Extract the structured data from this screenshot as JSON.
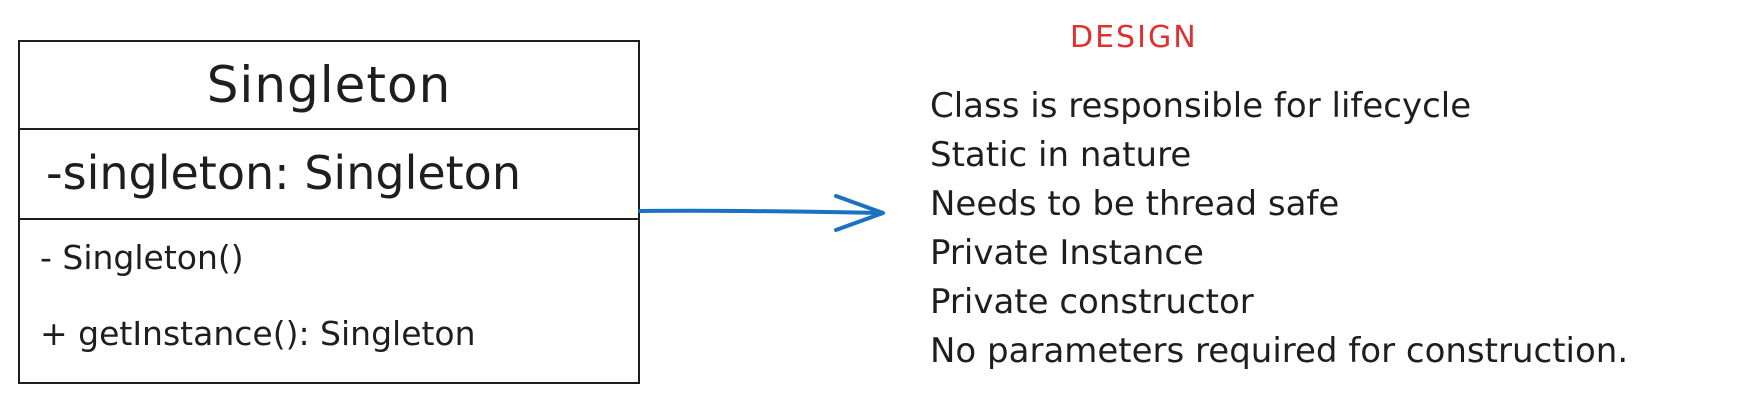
{
  "uml_class": {
    "name": "Singleton",
    "attribute": "-singleton: Singleton",
    "methods": [
      "- Singleton()",
      "+ getInstance(): Singleton"
    ]
  },
  "design": {
    "title": "DESIGN",
    "items": [
      "Class is responsible for lifecycle",
      "Static in nature",
      "Needs to be thread safe",
      "Private Instance",
      "Private constructor",
      "No parameters required for construction."
    ]
  },
  "colors": {
    "stroke": "#1e1e1e",
    "arrow": "#1971c2",
    "design_title": "#e03131"
  }
}
